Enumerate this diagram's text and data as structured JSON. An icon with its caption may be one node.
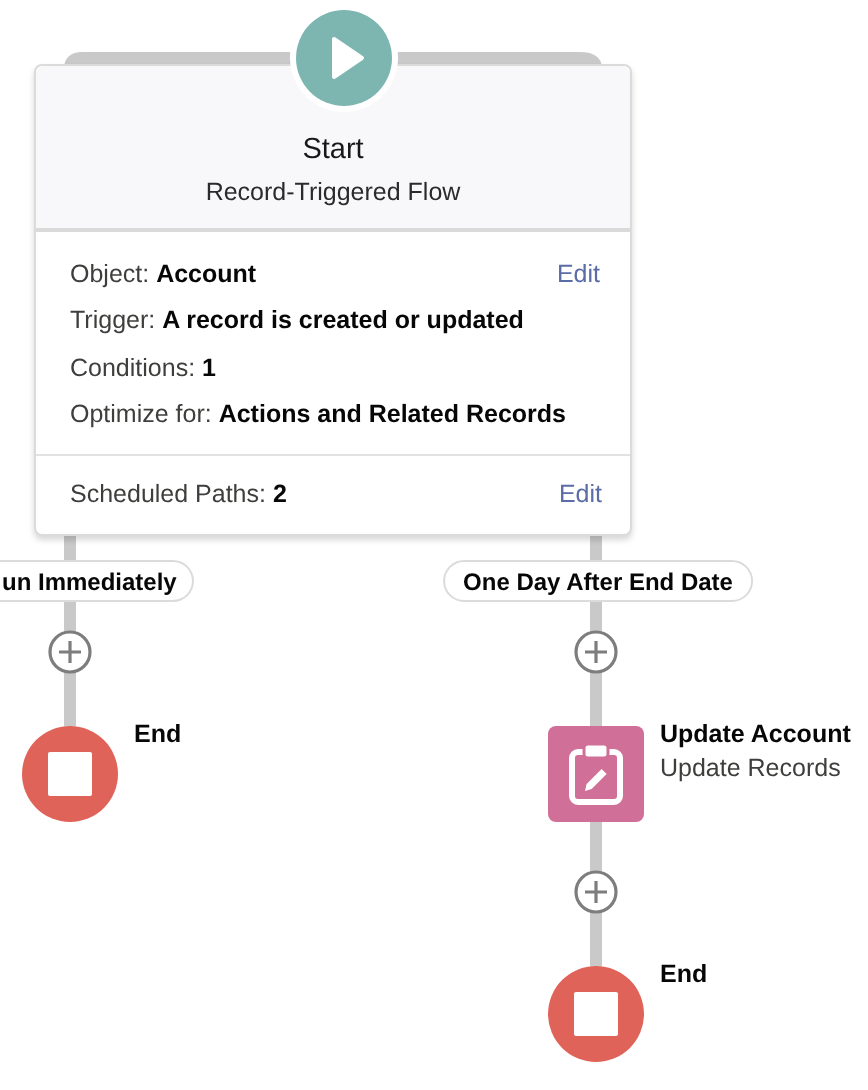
{
  "diagram": {
    "nodes": [
      {
        "text": [
          "Start",
          "Record-Triggered Flow",
          "Object: **Account**",
          "Edit",
          "Trigger: **A record is created or updated**",
          "Conditions: **1**",
          "Optimize for: **Actions and Related Records**",
          "Scheduled Paths: **2**",
          "Edit"
        ]
      },
      {
        "text": [],
        "shape": "circle",
        "beside": [
          "End"
        ]
      },
      {
        "text": [],
        "shape": "box",
        "beside": [
          "Update Account",
          "Update Records"
        ]
      },
      {
        "text": [],
        "shape": "circle",
        "beside": [
          "End"
        ]
      }
    ],
    "edges": [
      {
        "from": 0,
        "to": 1,
        "arrow": "none",
        "label": "un Immediately"
      },
      {
        "from": 0,
        "to": 2,
        "arrow": "none",
        "label": "One Day After End Date"
      },
      {
        "from": 2,
        "to": 3,
        "arrow": "none"
      }
    ]
  }
}
